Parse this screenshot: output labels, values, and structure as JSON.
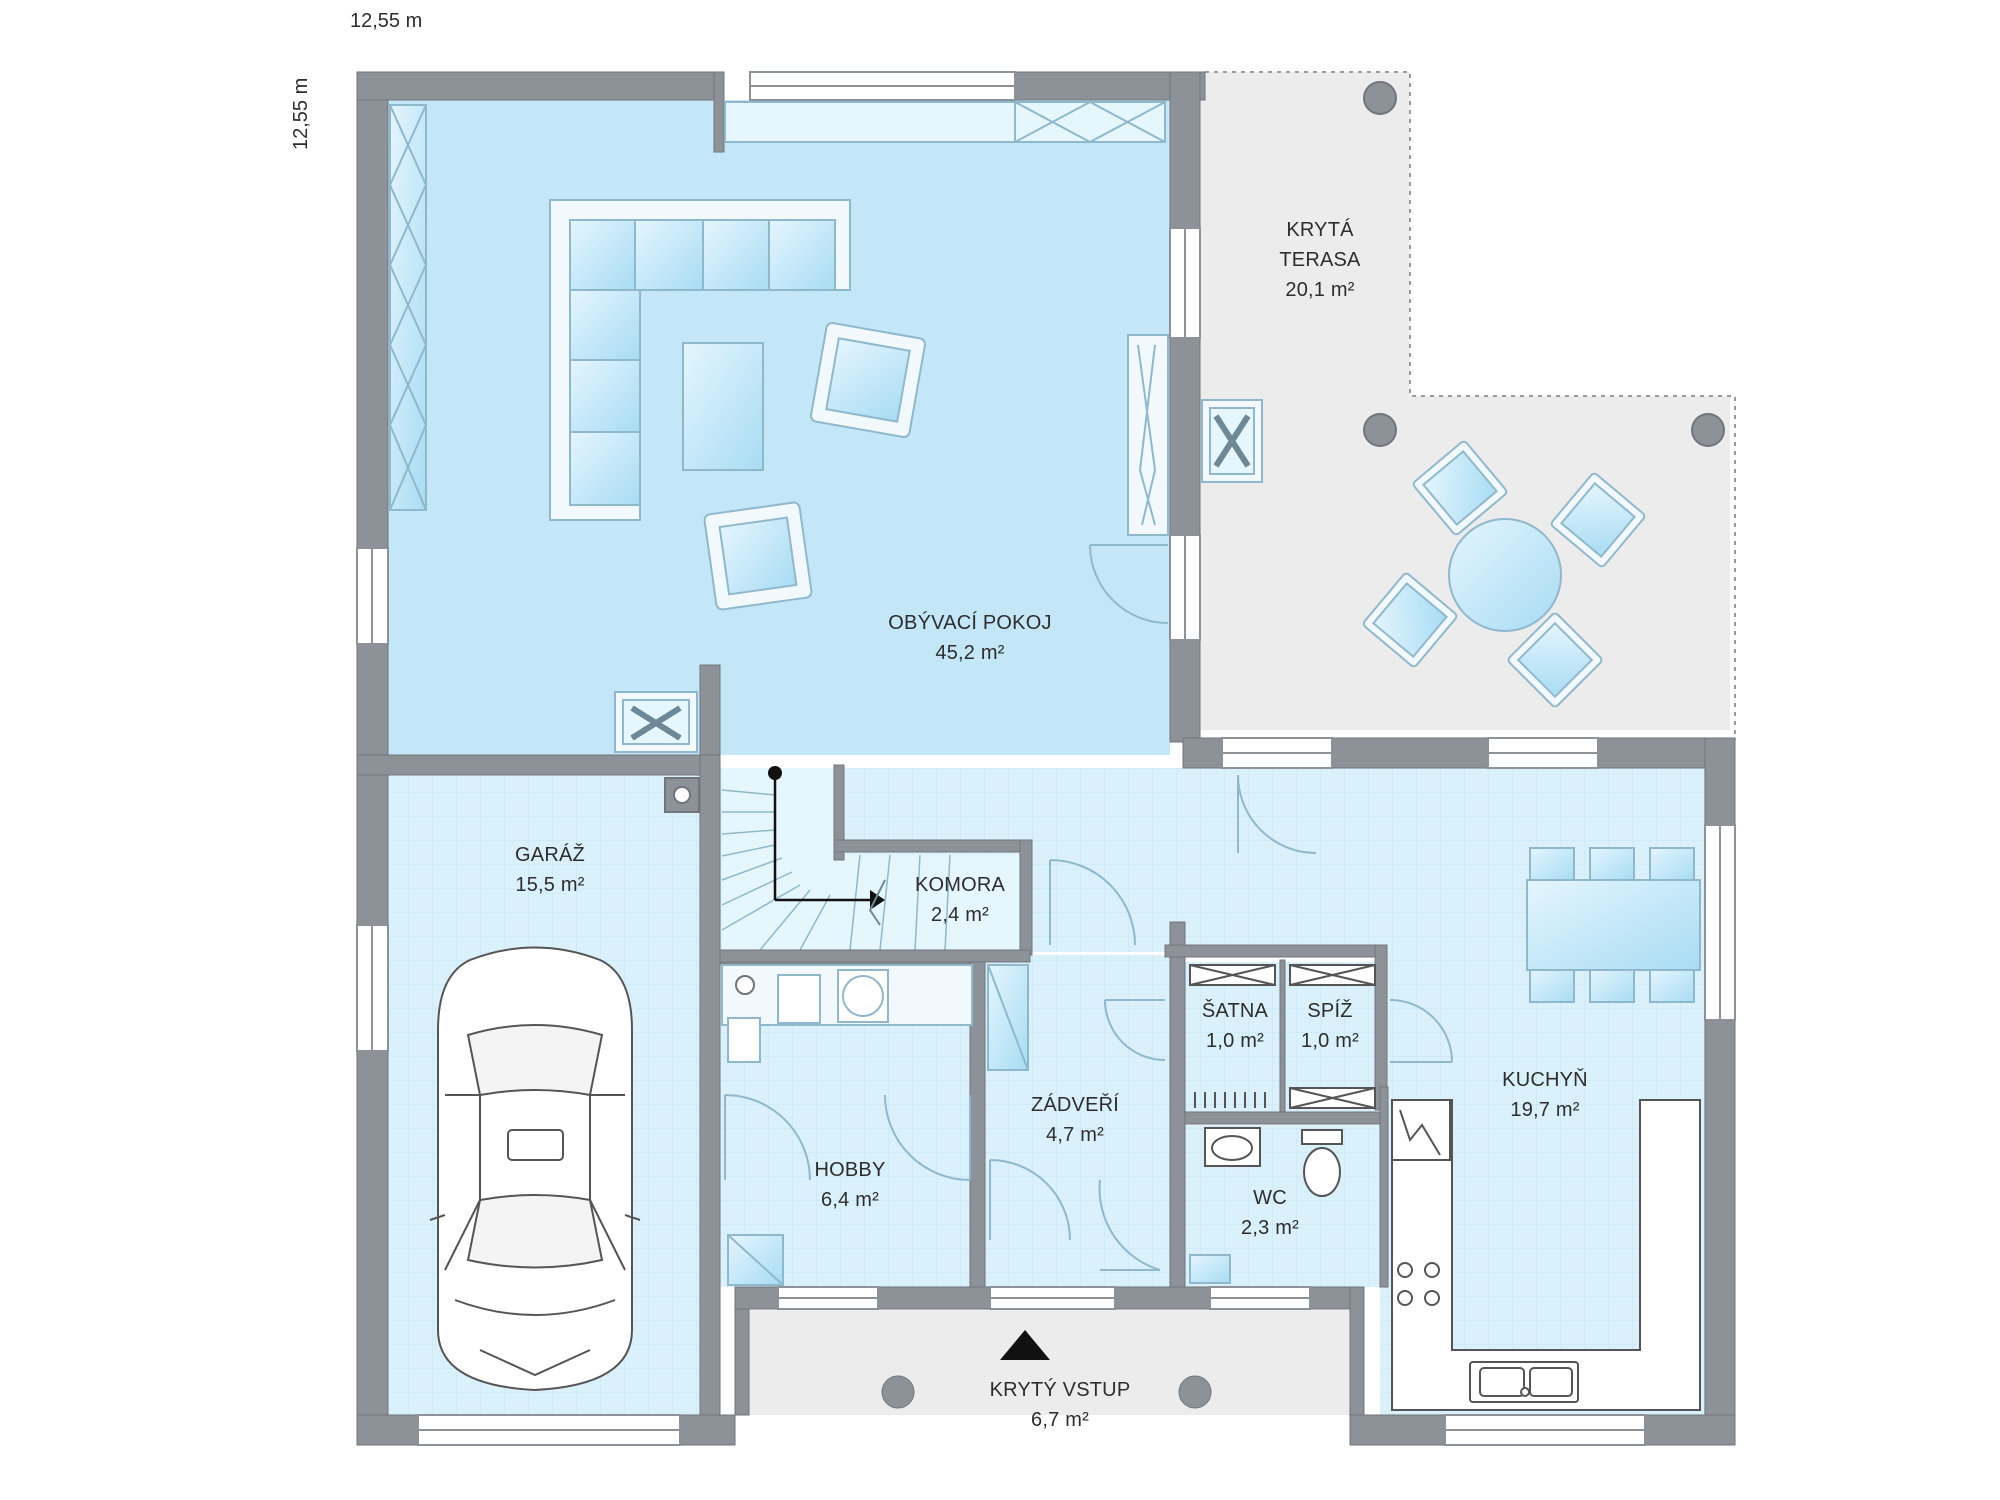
{
  "dimensions": {
    "width": "12,55 m",
    "height": "12,55 m"
  },
  "rooms": {
    "living": {
      "name": "OBÝVACÍ POKOJ",
      "area": "45,2 m²"
    },
    "terrace": {
      "name1": "KRYTÁ",
      "name2": "TERASA",
      "area": "20,1 m²"
    },
    "garage": {
      "name": "GARÁŽ",
      "area": "15,5 m²"
    },
    "pantry": {
      "name": "KOMORA",
      "area": "2,4 m²"
    },
    "wardrobe": {
      "name": "ŠATNA",
      "area": "1,0 m²"
    },
    "larder": {
      "name": "SPÍŽ",
      "area": "1,0 m²"
    },
    "kitchen": {
      "name": "KUCHYŇ",
      "area": "19,7 m²"
    },
    "hall": {
      "name": "ZÁDVEŘÍ",
      "area": "4,7 m²"
    },
    "hobby": {
      "name": "HOBBY",
      "area": "6,4 m²"
    },
    "wc": {
      "name": "WC",
      "area": "2,3 m²"
    },
    "entrance": {
      "name": "KRYTÝ VSTUP",
      "area": "6,7 m²"
    }
  },
  "colors": {
    "wall": "#8c9298",
    "living": "#c4e7f8",
    "tile": "#daf0fb",
    "terrace": "#ececec",
    "furniture": "#bfe6f7"
  }
}
